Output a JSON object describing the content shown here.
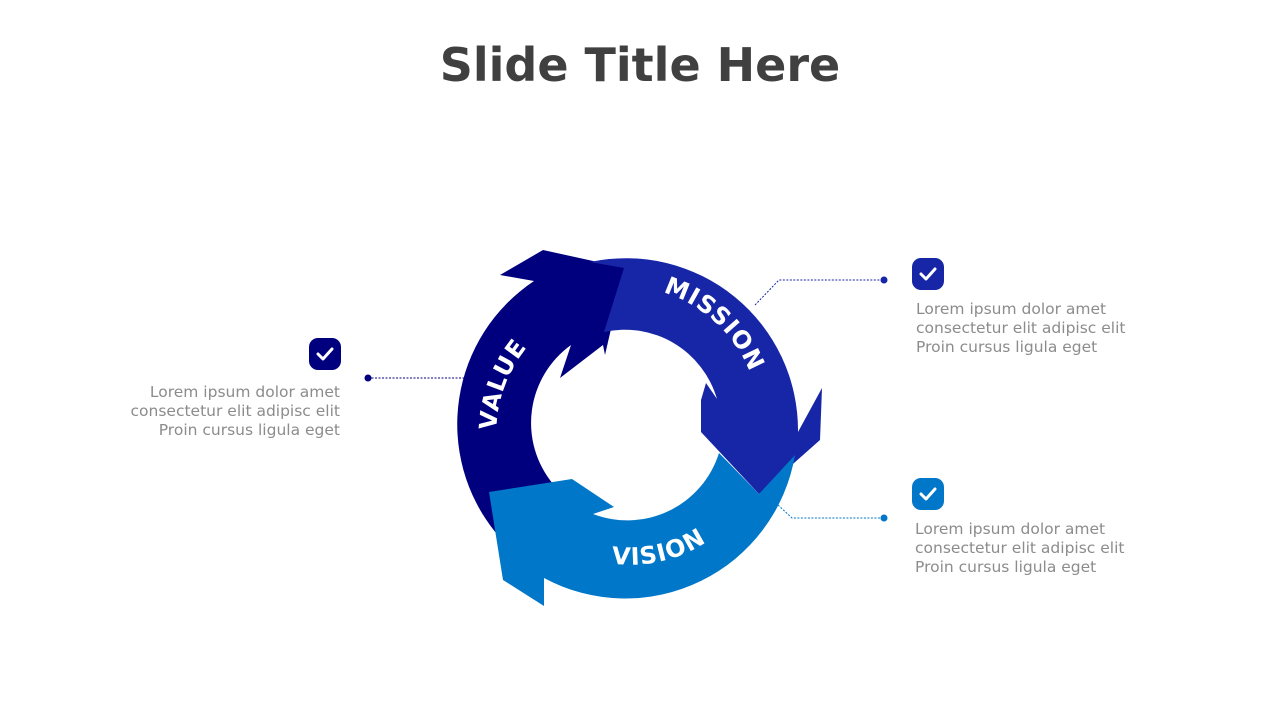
{
  "slide": {
    "title": "Slide Title Here"
  },
  "cycle": {
    "segments": [
      {
        "label": "MISSION",
        "color": "#1726a6"
      },
      {
        "label": "VISION",
        "color": "#0077c8"
      },
      {
        "label": "VALUE",
        "color": "#00007f"
      }
    ]
  },
  "callouts": [
    {
      "icon": "check-icon",
      "color": "#1726a6",
      "lines": [
        "Lorem ipsum dolor amet",
        "consectetur  elit adipisc elit",
        "Proin cursus ligula eget"
      ]
    },
    {
      "icon": "check-icon",
      "color": "#0077c8",
      "lines": [
        "Lorem ipsum dolor amet",
        "consectetur  elit adipisc elit",
        "Proin cursus ligula eget"
      ]
    },
    {
      "icon": "check-icon",
      "color": "#00007f",
      "lines": [
        "Lorem ipsum dolor amet",
        "consectetur  elit adipisc elit",
        "Proin cursus ligula eget"
      ]
    }
  ]
}
